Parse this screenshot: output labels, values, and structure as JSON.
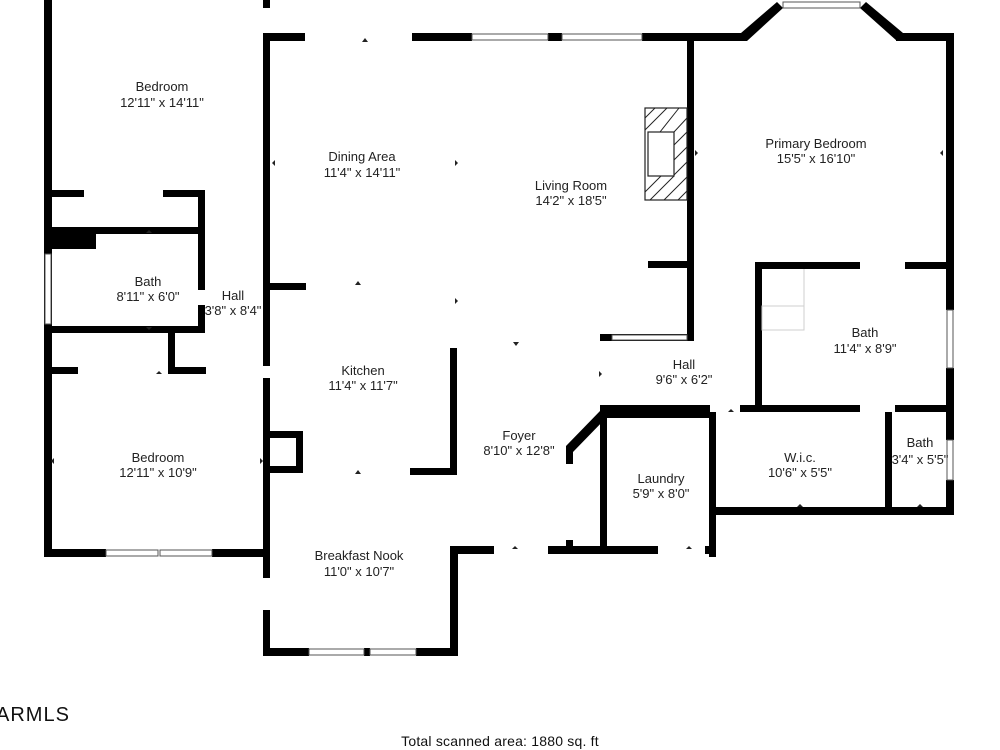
{
  "rooms": [
    {
      "id": "bedroom-nw",
      "name": "Bedroom",
      "dims": "12'11\" x 14'11\""
    },
    {
      "id": "dining-area",
      "name": "Dining Area",
      "dims": "11'4\" x 14'11\""
    },
    {
      "id": "living-room",
      "name": "Living Room",
      "dims": "14'2\" x 18'5\""
    },
    {
      "id": "primary-bedroom",
      "name": "Primary Bedroom",
      "dims": "15'5\" x 16'10\""
    },
    {
      "id": "bath-west",
      "name": "Bath",
      "dims": "8'11\" x 6'0\""
    },
    {
      "id": "hall-west",
      "name": "Hall",
      "dims": "3'8\" x 8'4\""
    },
    {
      "id": "kitchen",
      "name": "Kitchen",
      "dims": "11'4\" x 11'7\""
    },
    {
      "id": "bath-primary",
      "name": "Bath",
      "dims": "11'4\" x 8'9\""
    },
    {
      "id": "hall-east",
      "name": "Hall",
      "dims": "9'6\" x 6'2\""
    },
    {
      "id": "bedroom-sw",
      "name": "Bedroom",
      "dims": "12'11\" x 10'9\""
    },
    {
      "id": "foyer",
      "name": "Foyer",
      "dims": "8'10\" x 12'8\""
    },
    {
      "id": "laundry",
      "name": "Laundry",
      "dims": "5'9\" x 8'0\""
    },
    {
      "id": "wic",
      "name": "W.i.c.",
      "dims": "10'6\" x 5'5\""
    },
    {
      "id": "bath-small",
      "name": "Bath",
      "dims": "3'4\" x 5'5\""
    },
    {
      "id": "breakfast-nook",
      "name": "Breakfast Nook",
      "dims": "11'0\" x 10'7\""
    }
  ],
  "footer": {
    "total_area": "Total scanned area: 1880 sq. ft"
  },
  "brand": {
    "watermark": "ARMLS"
  }
}
